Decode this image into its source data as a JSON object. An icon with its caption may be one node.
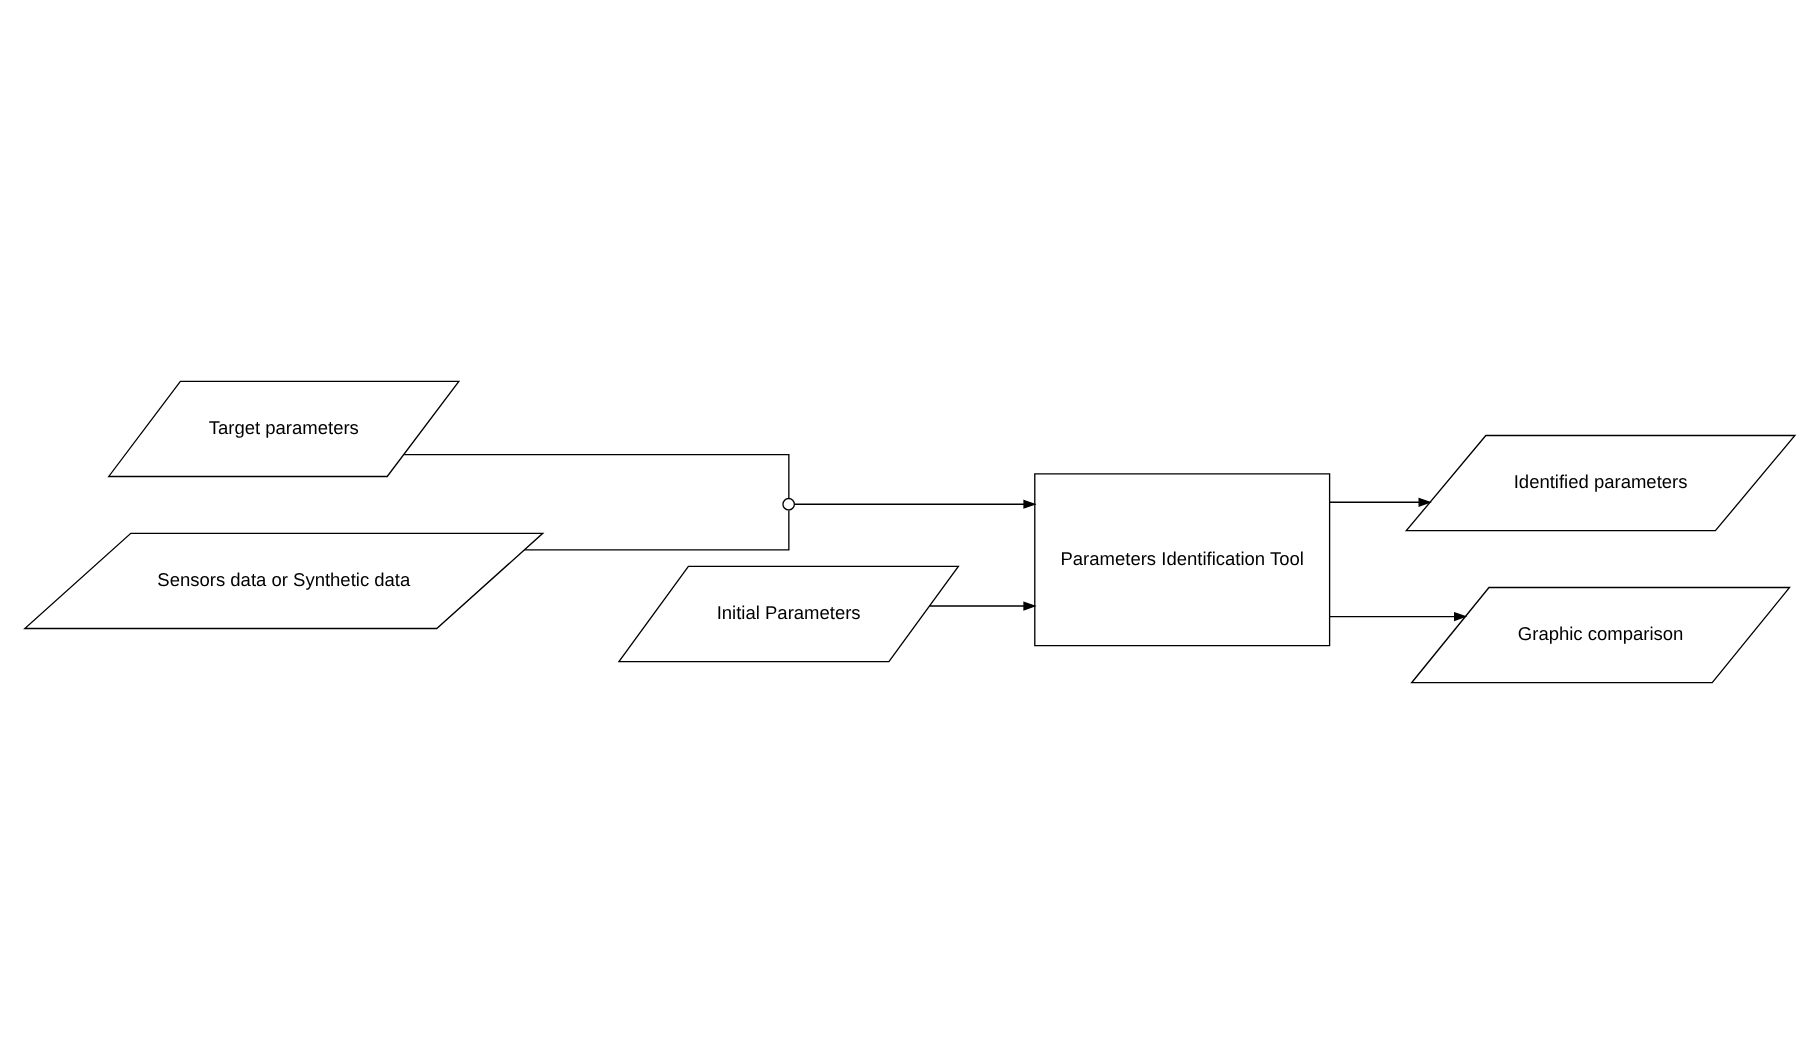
{
  "diagram": {
    "nodes": [
      {
        "text": [
          "Target parameters"
        ]
      },
      {
        "text": [
          "Sensors data or Synthetic data"
        ]
      },
      {
        "text": [],
        "shape": "switch"
      },
      {
        "text": [
          "Parameters Identification Tool"
        ]
      },
      {
        "text": [
          "Identified parameters"
        ]
      },
      {
        "text": [
          "Graphic comparison"
        ]
      },
      {
        "text": [
          "Initial Parameters"
        ]
      }
    ],
    "edges": [
      {
        "from": 0,
        "to": 2,
        "arrow": "none"
      },
      {
        "from": 1,
        "to": 2,
        "arrow": "none"
      },
      {
        "from": 2,
        "to": 3,
        "arrow": "to"
      },
      {
        "from": 3,
        "to": 4,
        "arrow": "to"
      },
      {
        "from": 3,
        "to": 5,
        "arrow": "to"
      },
      {
        "from": 6,
        "to": 3,
        "arrow": "to"
      }
    ]
  }
}
